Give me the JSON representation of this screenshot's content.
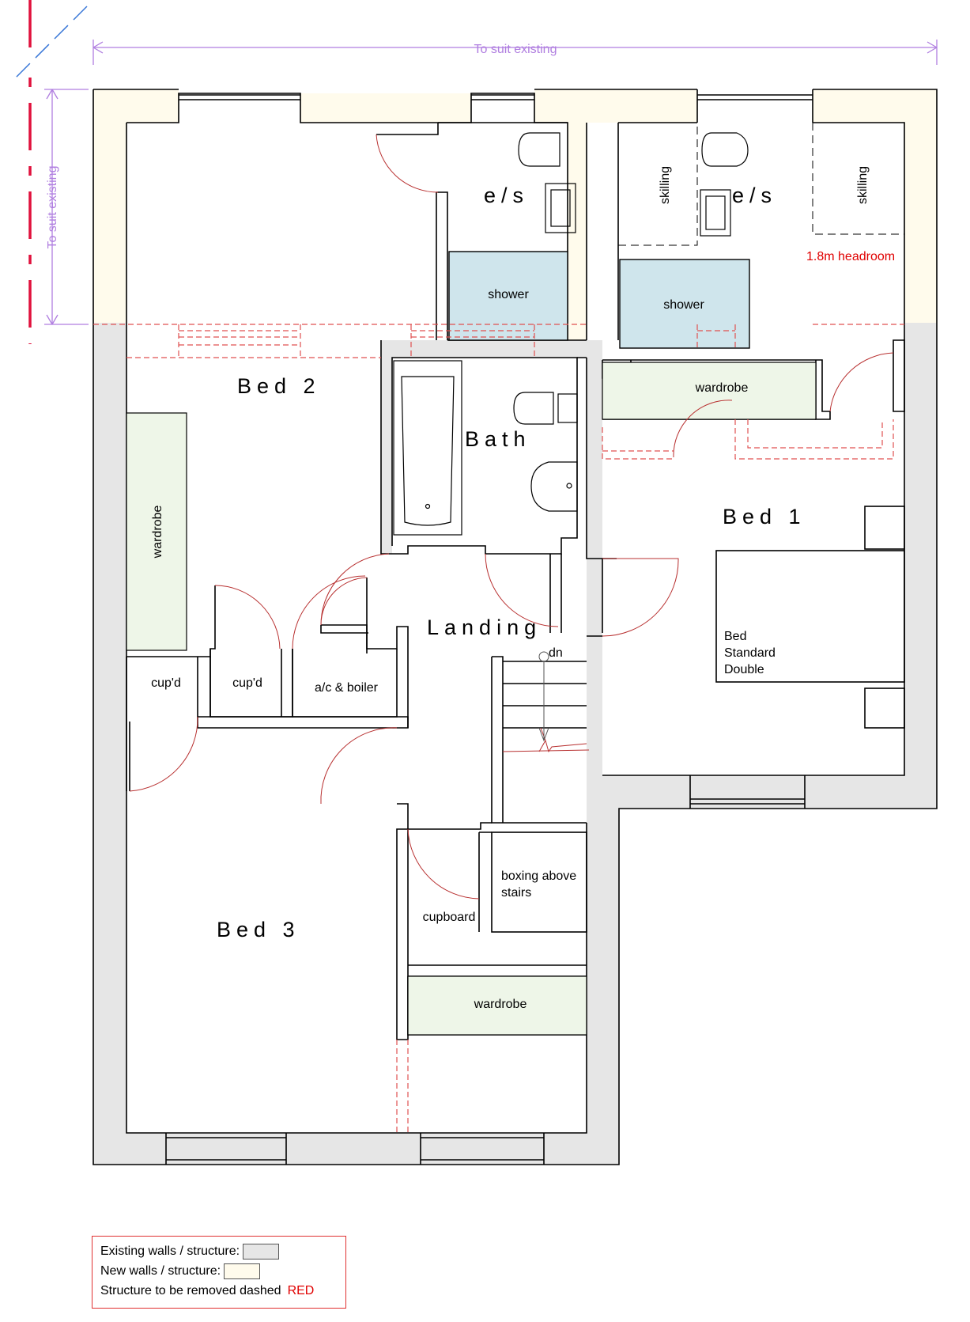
{
  "dimensions": {
    "top": "To suit existing",
    "left": "To suit existing"
  },
  "rooms": {
    "bed2": "Bed 2",
    "bed1": "Bed 1",
    "bed3": "Bed 3",
    "bath": "Bath",
    "landing": "Landing",
    "es_left": "e/s",
    "es_right": "e/s"
  },
  "labels": {
    "shower_left": "shower",
    "shower_right": "shower",
    "skilling_left": "skilling",
    "skilling_right": "skilling",
    "headroom": "1.8m headroom",
    "wardrobe_bed2": "wardrobe",
    "wardrobe_bed1": "wardrobe",
    "wardrobe_bed3": "wardrobe",
    "cupd_1": "cup'd",
    "cupd_2": "cup'd",
    "boiler": "a/c & boiler",
    "dn": "dn",
    "cupboard": "cupboard",
    "boxing_1": "boxing above",
    "boxing_2": "stairs",
    "bed_line1": "Bed",
    "bed_line2": "Standard",
    "bed_line3": "Double"
  },
  "legend": {
    "existing": "Existing walls / structure:",
    "new": "New walls / structure:",
    "removed": "Structure to be removed dashed",
    "removed_color": "RED"
  },
  "colors": {
    "existing_wall": "#e6e6e6",
    "new_wall": "#fffbec",
    "shower": "#cfe5ec",
    "wardrobe": "#eef6e8",
    "removed": "#e00000",
    "dimension": "#b07ee0"
  }
}
